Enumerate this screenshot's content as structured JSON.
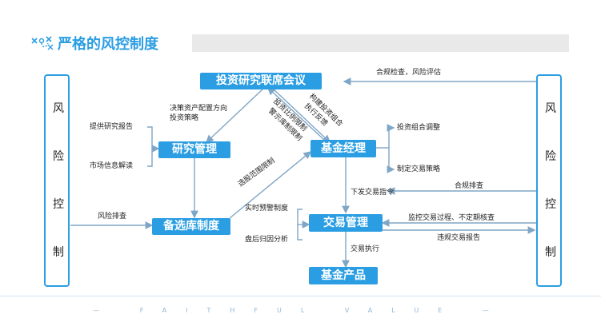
{
  "header": {
    "title": "严格的风控制度",
    "logo_icon": "flow-logo-icon"
  },
  "left_panel": {
    "chars": [
      "风",
      "险",
      "控",
      "制"
    ]
  },
  "right_panel": {
    "chars": [
      "风",
      "险",
      "控",
      "制"
    ]
  },
  "nodes": {
    "committee": "投资研究联席会议",
    "research": "研究管理",
    "manager": "基金经理",
    "pool": "备选库制度",
    "trading": "交易管理",
    "product": "基金产品"
  },
  "labels": {
    "compliance_check": "合规检查，风险评估",
    "decision": "决策资产配置方向",
    "strategy": "投资策略",
    "build_portfolio": "构建投资组合",
    "feedback": "执行反馈",
    "ratio_limit": "投资比例限制",
    "warning_limit": "警示库制限制",
    "research_report": "提供研究报告",
    "market_info": "市场信息解读",
    "scope_limit": "选股范围限制",
    "portfolio_adjust": "投资组合调整",
    "trade_strategy": "制定交易策略",
    "order": "下发交易指令",
    "compliance_screen": "合规排查",
    "risk_screen": "风险排查",
    "realtime_warning": "实时预警制度",
    "post_analysis": "盘后归因分析",
    "monitor": "监控交易过程、不定期核查",
    "violation_report": "违规交易报告",
    "execution": "交易执行"
  },
  "footer": {
    "text": "— FAITHFUL VALUE —"
  },
  "colors": {
    "accent": "#2b9ee3",
    "arrow": "#7fa6c6",
    "text": "#222222"
  }
}
